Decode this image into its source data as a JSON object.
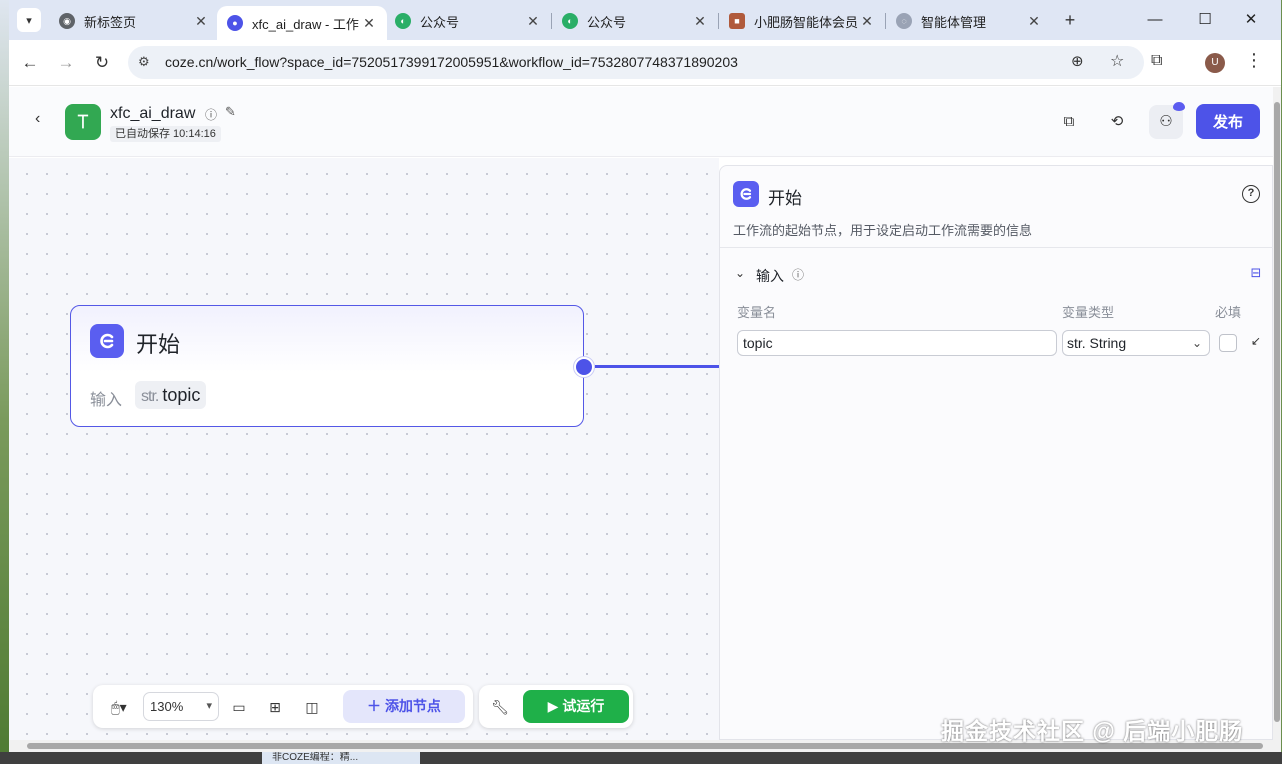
{
  "browser": {
    "tabs": [
      {
        "title": "新标签页",
        "favicon": "chrome-icon",
        "color": "#5f6368"
      },
      {
        "title": "xfc_ai_draw - 工作",
        "favicon": "coze-icon",
        "color": "#4d53e8"
      },
      {
        "title": "公众号",
        "favicon": "wechat-icon",
        "color": "#2aae67"
      },
      {
        "title": "公众号",
        "favicon": "wechat-icon",
        "color": "#2aae67"
      },
      {
        "title": "小肥肠智能体会员",
        "favicon": "site-icon",
        "color": "#b05a3c"
      },
      {
        "title": "智能体管理",
        "favicon": "site-icon",
        "color": "#9aa3b5"
      }
    ],
    "url": "coze.cn/work_flow?space_id=7520517399172005951&workflow_id=7532807748371890203",
    "profile_initial": "U"
  },
  "header": {
    "workflow_name": "xfc_ai_draw",
    "autosave": "已自动保存 10:14:16",
    "publish_label": "发布",
    "brand_color": "#4d53e8"
  },
  "node": {
    "title": "开始",
    "input_label": "输入",
    "param_type": "str.",
    "param_name": "topic"
  },
  "toolbar": {
    "zoom": "130%",
    "add_node_label": "添加节点",
    "run_label": "试运行",
    "run_color": "#1fb049"
  },
  "panel": {
    "title": "开始",
    "description": "工作流的起始节点，用于设定启动工作流需要的信息",
    "section_title": "输入",
    "col_name": "变量名",
    "col_type": "变量类型",
    "col_required": "必填",
    "var_name": "topic",
    "var_type": "str. String"
  },
  "taskbar_fragment": "非COZE编程：精...",
  "watermark": "掘金技术社区 @ 后端小肥肠"
}
